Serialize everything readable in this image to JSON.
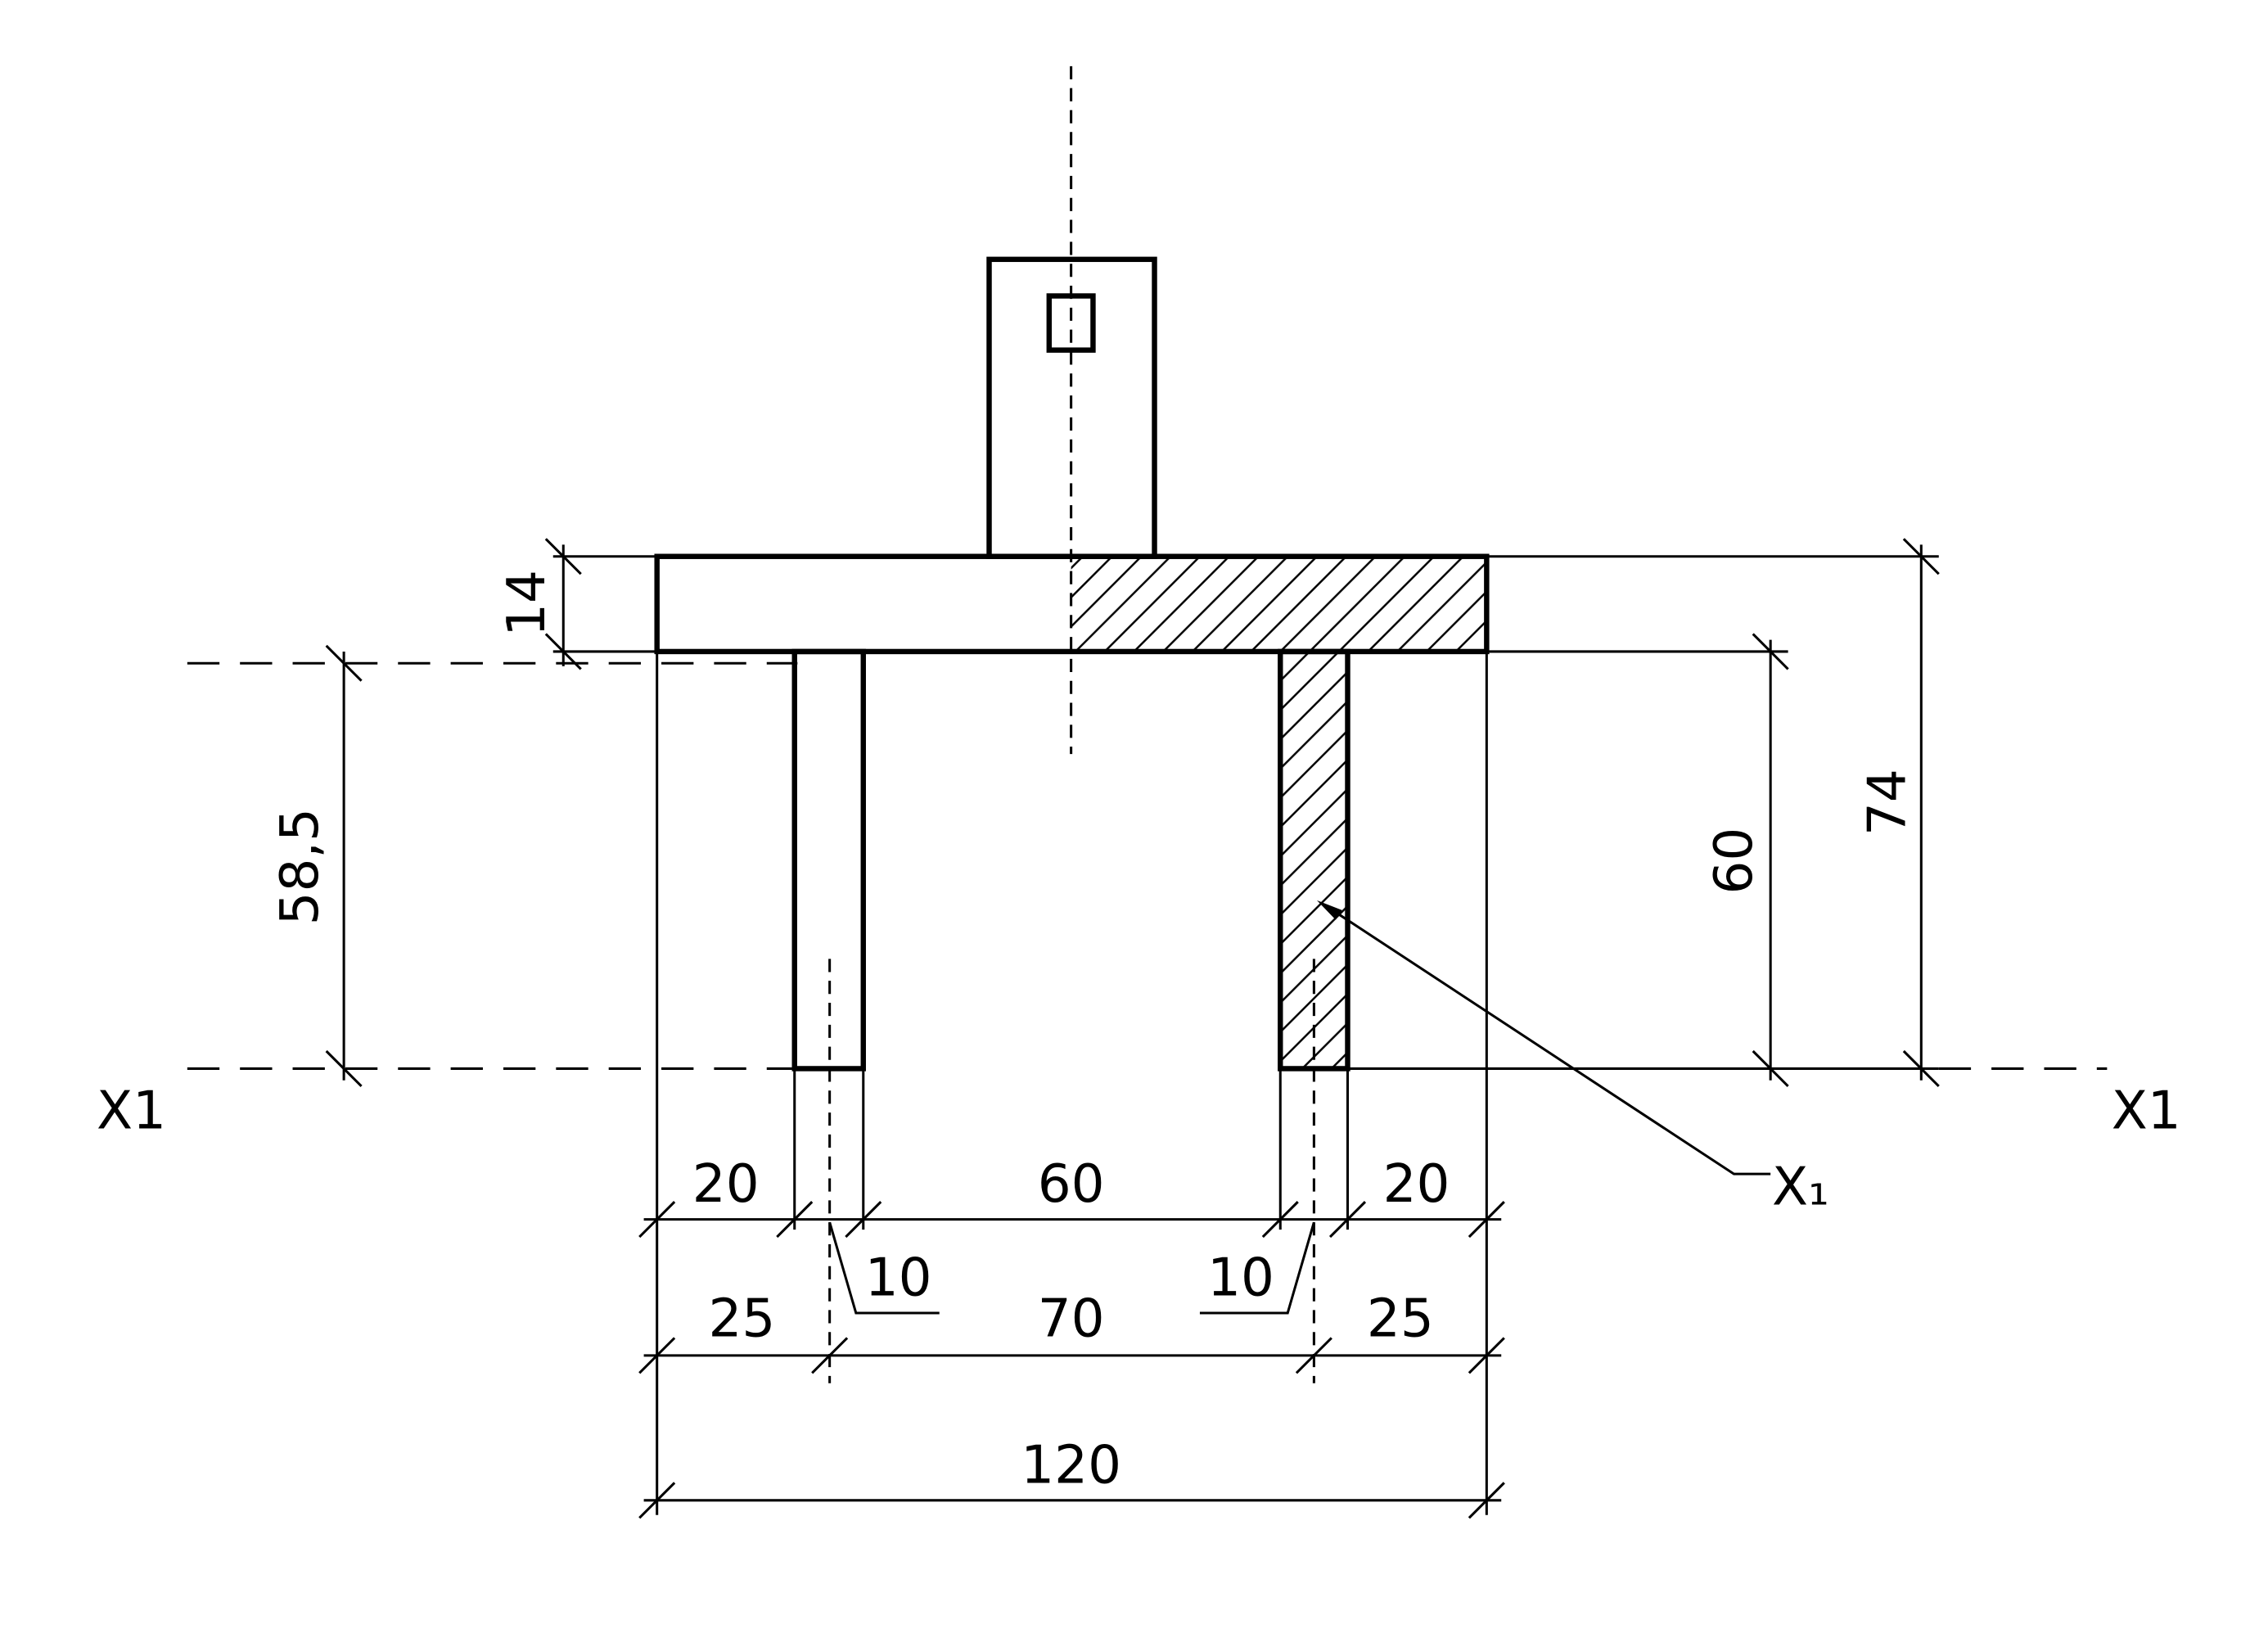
{
  "colors": {
    "ink": "#000000",
    "paper": "#ffffff"
  },
  "section_marks": {
    "left": "X1",
    "right": "X1"
  },
  "leader_label": "X₁",
  "dimensions": {
    "vertical": {
      "flange_thickness": "14",
      "axis_to_axis": "58,5",
      "leg_height": "60",
      "overall_height": "74"
    },
    "horizontal": {
      "row1": {
        "left_overhang": "20",
        "clear_span": "60",
        "right_overhang": "20"
      },
      "row2": {
        "left_offset": "25",
        "axis_span": "70",
        "right_offset": "25"
      },
      "leg_thickness": {
        "left": "10",
        "right": "10"
      },
      "overall_width": "120"
    }
  }
}
